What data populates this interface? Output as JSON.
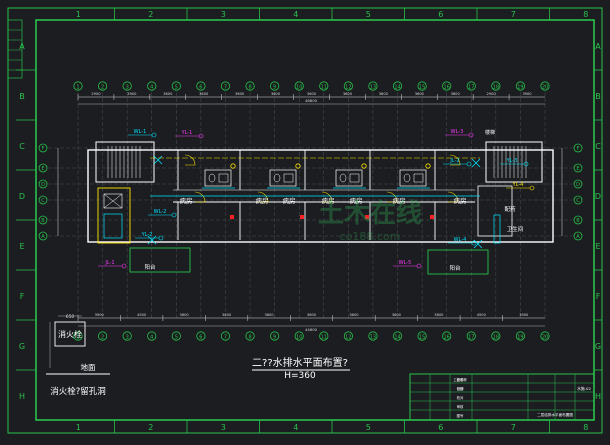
{
  "colors": {
    "background": "#1b1d21",
    "frame": "#29c24a",
    "wall": "#ffffff",
    "axis": "#e8e8e8",
    "dim": "#d8d8d8",
    "water": "#00e5ff",
    "drain": "#ffe600",
    "label_magenta": "#ff3cff",
    "room_text": "#ffffff",
    "red_mark": "#ff2020",
    "title": "#ffffff",
    "yellow": "#ffe600"
  },
  "border": {
    "columns": [
      "1",
      "2",
      "3",
      "4",
      "5",
      "6",
      "7",
      "8"
    ],
    "rows": [
      "A",
      "B",
      "C",
      "D",
      "E",
      "F",
      "G",
      "H"
    ]
  },
  "grid_cols_top": [
    "1",
    "2",
    "3",
    "4",
    "5",
    "6",
    "7",
    "8",
    "9",
    "10",
    "11",
    "12",
    "13",
    "14",
    "15",
    "16",
    "17",
    "18",
    "19",
    "20"
  ],
  "grid_rows_left": [
    "F",
    "E",
    "D",
    "C",
    "B",
    "A"
  ],
  "plan": {
    "rooms": [
      "病房",
      "病房",
      "病房",
      "病房",
      "病房",
      "病房",
      "病房"
    ],
    "balconies": [
      "阳台",
      "阳台"
    ],
    "right_rooms": [
      "配药",
      "卫生间"
    ],
    "stair_label": "楼梯",
    "pipe_tags": [
      "WL-1",
      "YL-1",
      "WL-2",
      "YL-2",
      "JL-1",
      "WL-3",
      "JL-2",
      "WL-4",
      "YL-3",
      "YL-4",
      "WL-5"
    ]
  },
  "top_dims": [
    "2900",
    "3900",
    "3600",
    "3600",
    "3600",
    "3600",
    "3600",
    "3600",
    "3600",
    "3600",
    "3600",
    "2900",
    "3900"
  ],
  "total_dim": "46800",
  "bottom_dims": [
    "3900",
    "4500",
    "3600",
    "3600",
    "3600",
    "3600",
    "3600",
    "3600",
    "3600",
    "4500",
    "3900"
  ],
  "bottom_total": "44600",
  "legend": {
    "label": "消火栓",
    "floor": "地面",
    "caption": "消火栓?留孔洞",
    "dim": "650"
  },
  "title": {
    "main": "二??水排水平面布置?",
    "sub": "H=360"
  },
  "title_block": {
    "cells": [
      "工程名称",
      "设计",
      "校对",
      "审核",
      "图号",
      "比例",
      "日期"
    ],
    "drawing_name": "二层给排水平面布置图",
    "number": "水施-02"
  },
  "watermark": {
    "text": "土木在线",
    "sub": "co188.com"
  }
}
